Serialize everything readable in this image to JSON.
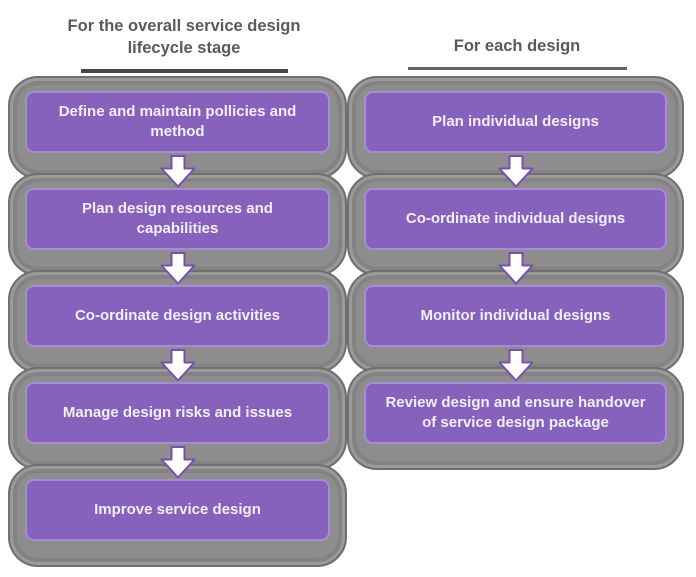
{
  "diagram": {
    "columns": [
      {
        "header": "For the overall service design lifecycle stage",
        "steps": [
          "Define and maintain pollicies and method",
          "Plan design resources and capabilities",
          "Co-ordinate design activities",
          "Manage design risks and issues",
          "Improve service design"
        ]
      },
      {
        "header": "For each design",
        "steps": [
          "Plan individual designs",
          "Co-ordinate individual designs",
          "Monitor individual designs",
          "Review design and ensure handover of service design package"
        ]
      }
    ],
    "icons": {
      "between_steps": "down-block-arrow"
    },
    "colors": {
      "box_fill": "#8662BD",
      "box_border": "#A78CD3",
      "box_text": "#F2EEF8",
      "frame_gray": "#8D8D8D",
      "header_text": "#5A5A5E",
      "underline_left": "#47474B",
      "underline_right": "#63636A",
      "arrow_fill": "#FFFFFF",
      "arrow_outline": "#7A4FB0"
    }
  }
}
